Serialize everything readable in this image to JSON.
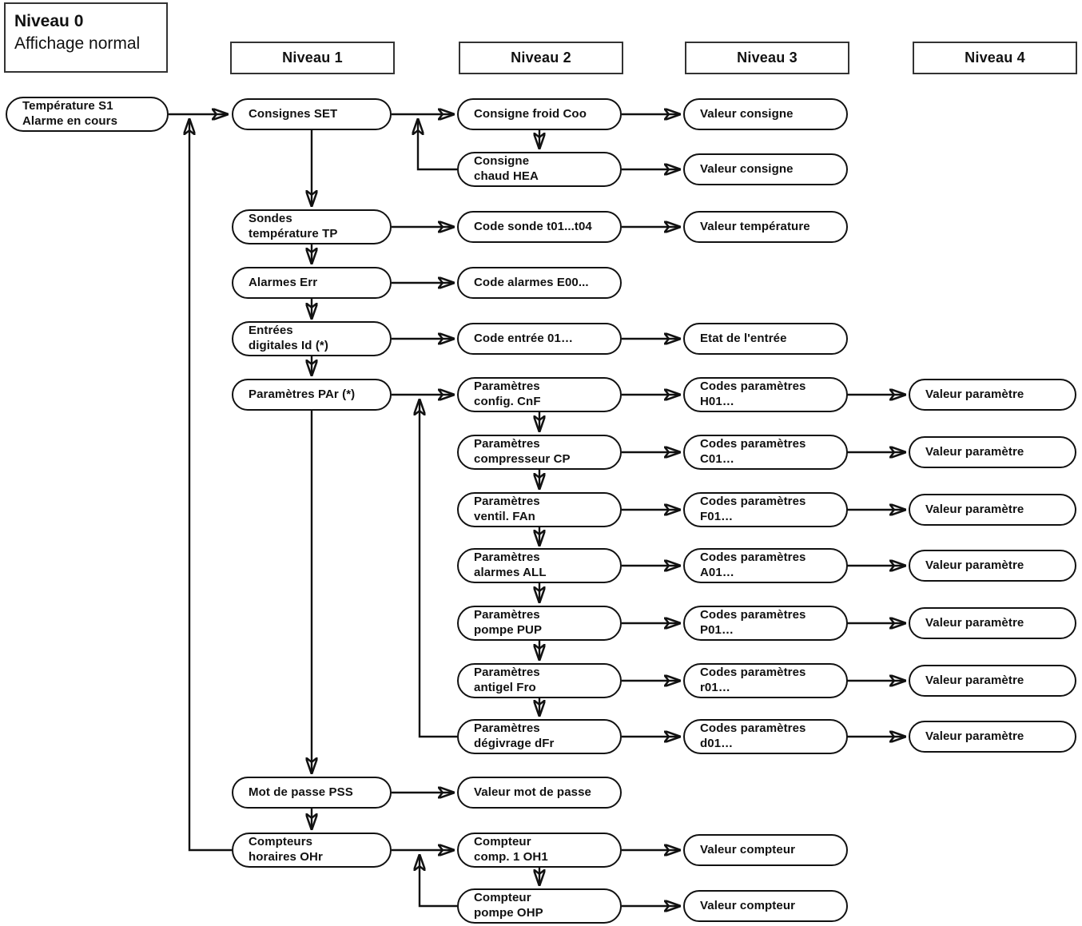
{
  "colors": {
    "ink": "#111111",
    "background": "#ffffff"
  },
  "level0": {
    "title": "Niveau 0",
    "subtitle": "Affichage normal"
  },
  "headers": {
    "level1": "Niveau 1",
    "level2": "Niveau 2",
    "level3": "Niveau 3",
    "level4": "Niveau 4"
  },
  "nodes": {
    "root": "Température S1\nAlarme en cours",
    "consignes_set": "Consignes SET",
    "consigne_froid": "Consigne froid Coo",
    "valeur_consigne_froid": "Valeur consigne",
    "consigne_chaud": "Consigne\nchaud HEA",
    "valeur_consigne_chaud": "Valeur consigne",
    "sondes_temperature": "Sondes\ntempérature TP",
    "code_sonde": "Code sonde t01...t04",
    "valeur_temperature": "Valeur température",
    "alarmes": "Alarmes Err",
    "code_alarmes": "Code alarmes E00...",
    "entrees_digitales": "Entrées\ndigitales Id (*)",
    "code_entree": "Code entrée 01…",
    "etat_entree": "Etat de l'entrée",
    "parametres": "Paramètres PAr (*)",
    "parametres_config": "Paramètres\nconfig. CnF",
    "codes_parametres_h": "Codes paramètres\nH01…",
    "valeur_parametre_h": "Valeur paramètre",
    "parametres_compresseur": "Paramètres\ncompresseur CP",
    "codes_parametres_c": "Codes paramètres\nC01…",
    "valeur_parametre_c": "Valeur paramètre",
    "parametres_ventil": "Paramètres\nventil. FAn",
    "codes_parametres_f": "Codes paramètres\nF01…",
    "valeur_parametre_f": "Valeur paramètre",
    "parametres_alarmes": "Paramètres\nalarmes ALL",
    "codes_parametres_a": "Codes paramètres\nA01…",
    "valeur_parametre_a": "Valeur paramètre",
    "parametres_pompe": "Paramètres\npompe PUP",
    "codes_parametres_p": "Codes paramètres\nP01…",
    "valeur_parametre_p": "Valeur paramètre",
    "parametres_antigel": "Paramètres\nantigel Fro",
    "codes_parametres_r": "Codes paramètres\nr01…",
    "valeur_parametre_r": "Valeur paramètre",
    "parametres_degivrage": "Paramètres\ndégivrage dFr",
    "codes_parametres_d": "Codes paramètres\nd01…",
    "valeur_parametre_d": "Valeur paramètre",
    "mot_de_passe": "Mot de passe PSS",
    "valeur_mot_de_passe": "Valeur mot de passe",
    "compteurs_horaires": "Compteurs\nhoraires OHr",
    "compteur_comp1": "Compteur\ncomp. 1 OH1",
    "valeur_compteur_comp1": "Valeur compteur",
    "compteur_pompe": "Compteur\npompe OHP",
    "valeur_compteur_pompe": "Valeur compteur"
  }
}
